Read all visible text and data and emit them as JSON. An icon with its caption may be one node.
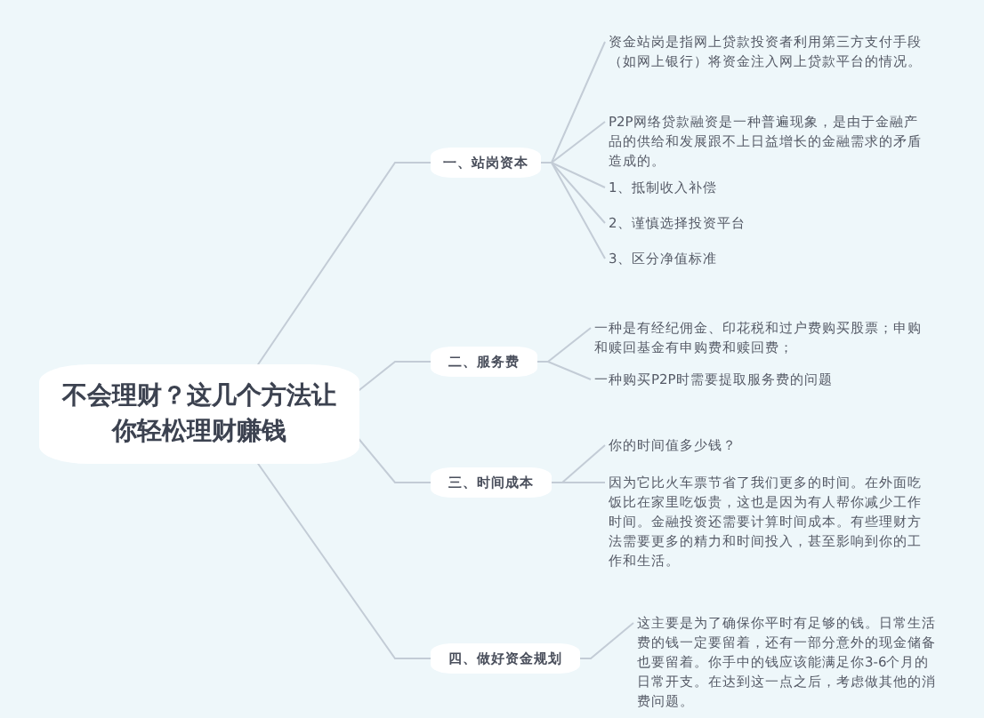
{
  "diagram": {
    "nodes": [
      {
        "text": [
          "不会理财？这几个方法让你轻松理财赚钱"
        ]
      },
      {
        "text": [
          "一、站岗资本"
        ]
      },
      {
        "text": [
          "二、服务费"
        ]
      },
      {
        "text": [
          "三、时间成本"
        ]
      },
      {
        "text": [
          "四、做好资金规划"
        ]
      },
      {
        "text": [
          "资金站岗是指网上贷款投资者利用第三方支付手段（如网上银行）将资金注入网上贷款平台的情况。"
        ]
      },
      {
        "text": [
          "P2P网络贷款融资是一种普遍现象，是由于金融产品的供给和发展跟不上日益增长的金融需求的矛盾造成的。"
        ]
      },
      {
        "text": [
          "1、抵制收入补偿"
        ]
      },
      {
        "text": [
          "2、谨慎选择投资平台"
        ]
      },
      {
        "text": [
          "3、区分净值标准"
        ]
      },
      {
        "text": [
          "一种是有经纪佣金、印花税和过户费购买股票；申购和赎回基金有申购费和赎回费；"
        ]
      },
      {
        "text": [
          "一种购买P2P时需要提取服务费的问题"
        ]
      },
      {
        "text": [
          "你的时间值多少钱？"
        ]
      },
      {
        "text": [
          "因为它比火车票节省了我们更多的时间。在外面吃饭比在家里吃饭贵，这也是因为有人帮你减少工作时间。金融投资还需要计算时间成本。有些理财方法需要更多的精力和时间投入，甚至影响到你的工作和生活。"
        ]
      },
      {
        "text": [
          "这主要是为了确保你平时有足够的钱。日常生活费的钱一定要留着，还有一部分意外的现金储备也要留着。你手中的钱应该能满足你3-6个月的日常开支。在达到这一点之后，考虑做其他的消费问题。"
        ]
      }
    ],
    "edges": [
      {
        "from": 0,
        "to": 1,
        "arrow": "none"
      },
      {
        "from": 0,
        "to": 2,
        "arrow": "none"
      },
      {
        "from": 0,
        "to": 3,
        "arrow": "none"
      },
      {
        "from": 0,
        "to": 4,
        "arrow": "none"
      },
      {
        "from": 1,
        "to": 5,
        "arrow": "none"
      },
      {
        "from": 1,
        "to": 6,
        "arrow": "none"
      },
      {
        "from": 1,
        "to": 7,
        "arrow": "none"
      },
      {
        "from": 1,
        "to": 8,
        "arrow": "none"
      },
      {
        "from": 1,
        "to": 9,
        "arrow": "none"
      },
      {
        "from": 2,
        "to": 10,
        "arrow": "none"
      },
      {
        "from": 2,
        "to": 11,
        "arrow": "none"
      },
      {
        "from": 3,
        "to": 12,
        "arrow": "none"
      },
      {
        "from": 3,
        "to": 13,
        "arrow": "none"
      },
      {
        "from": 4,
        "to": 14,
        "arrow": "none"
      }
    ]
  }
}
